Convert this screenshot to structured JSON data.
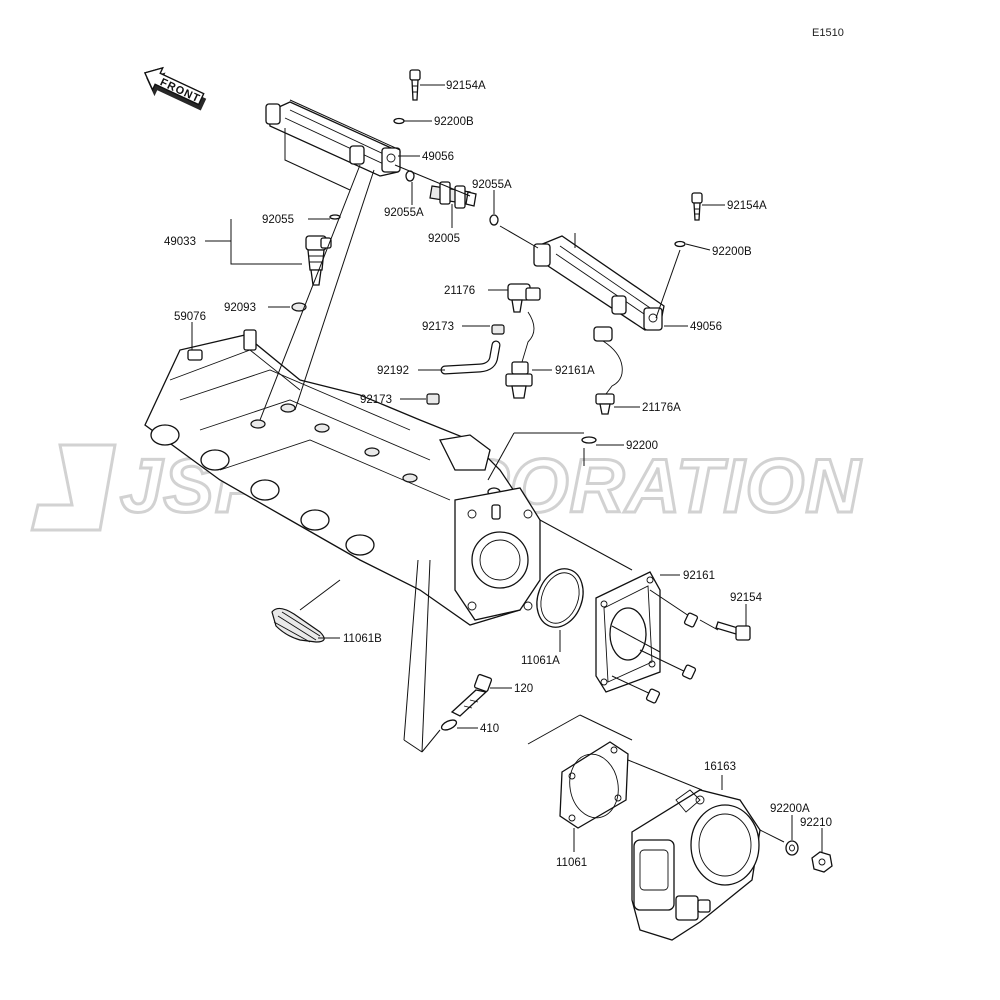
{
  "diagram_code": "E1510",
  "front_marker": "FRONT",
  "watermark": "JSP CORPORATION",
  "labels": {
    "p92154A_top": "92154A",
    "p92200B_top": "92200B",
    "p49056_top": "49056",
    "p92055A_left": "92055A",
    "p92055A_right": "92055A",
    "p92005": "92005",
    "p92055": "92055",
    "p49033": "49033",
    "p92093": "92093",
    "p59076": "59076",
    "p92154A_right": "92154A",
    "p92200B_right": "92200B",
    "p21176": "21176",
    "p49056_right": "49056",
    "p92173_top": "92173",
    "p92192": "92192",
    "p92161A": "92161A",
    "p92173_bottom": "92173",
    "p21176A": "21176A",
    "p92200": "92200",
    "p92161": "92161",
    "p92154": "92154",
    "p11061A": "11061A",
    "p11061B": "11061B",
    "p120": "120",
    "p410": "410",
    "p16163": "16163",
    "p92200A": "92200A",
    "p92210": "92210",
    "p11061": "11061"
  }
}
